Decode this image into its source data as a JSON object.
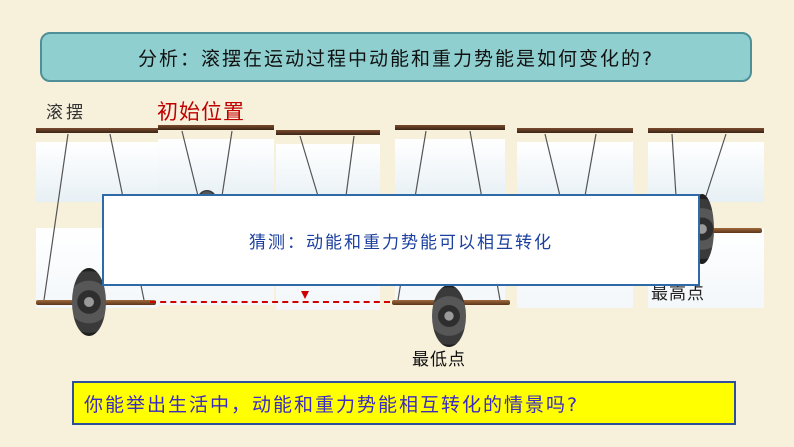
{
  "slide": {
    "question": "分析：滚摆在运动过程中动能和重力势能是如何变化的?",
    "label_gunbai": "滚摆",
    "label_initial": "初始位置",
    "label_lowest": "最低点",
    "label_highest": "最高点",
    "guess": "猜测：动能和重力势能可以相互转化",
    "bottom_question": "你能举出生活中，动能和重力势能相互转化的情景吗?"
  },
  "colors": {
    "background": "#f7f1dc",
    "banner_fill": "#8fcfcf",
    "highlight": "#ffff00",
    "accent_red": "#c00000",
    "guess_text": "#1a3f9f"
  },
  "icons": [
    "rolling-pendulum-illustration",
    "dashed-lowest-line",
    "down-arrow"
  ]
}
